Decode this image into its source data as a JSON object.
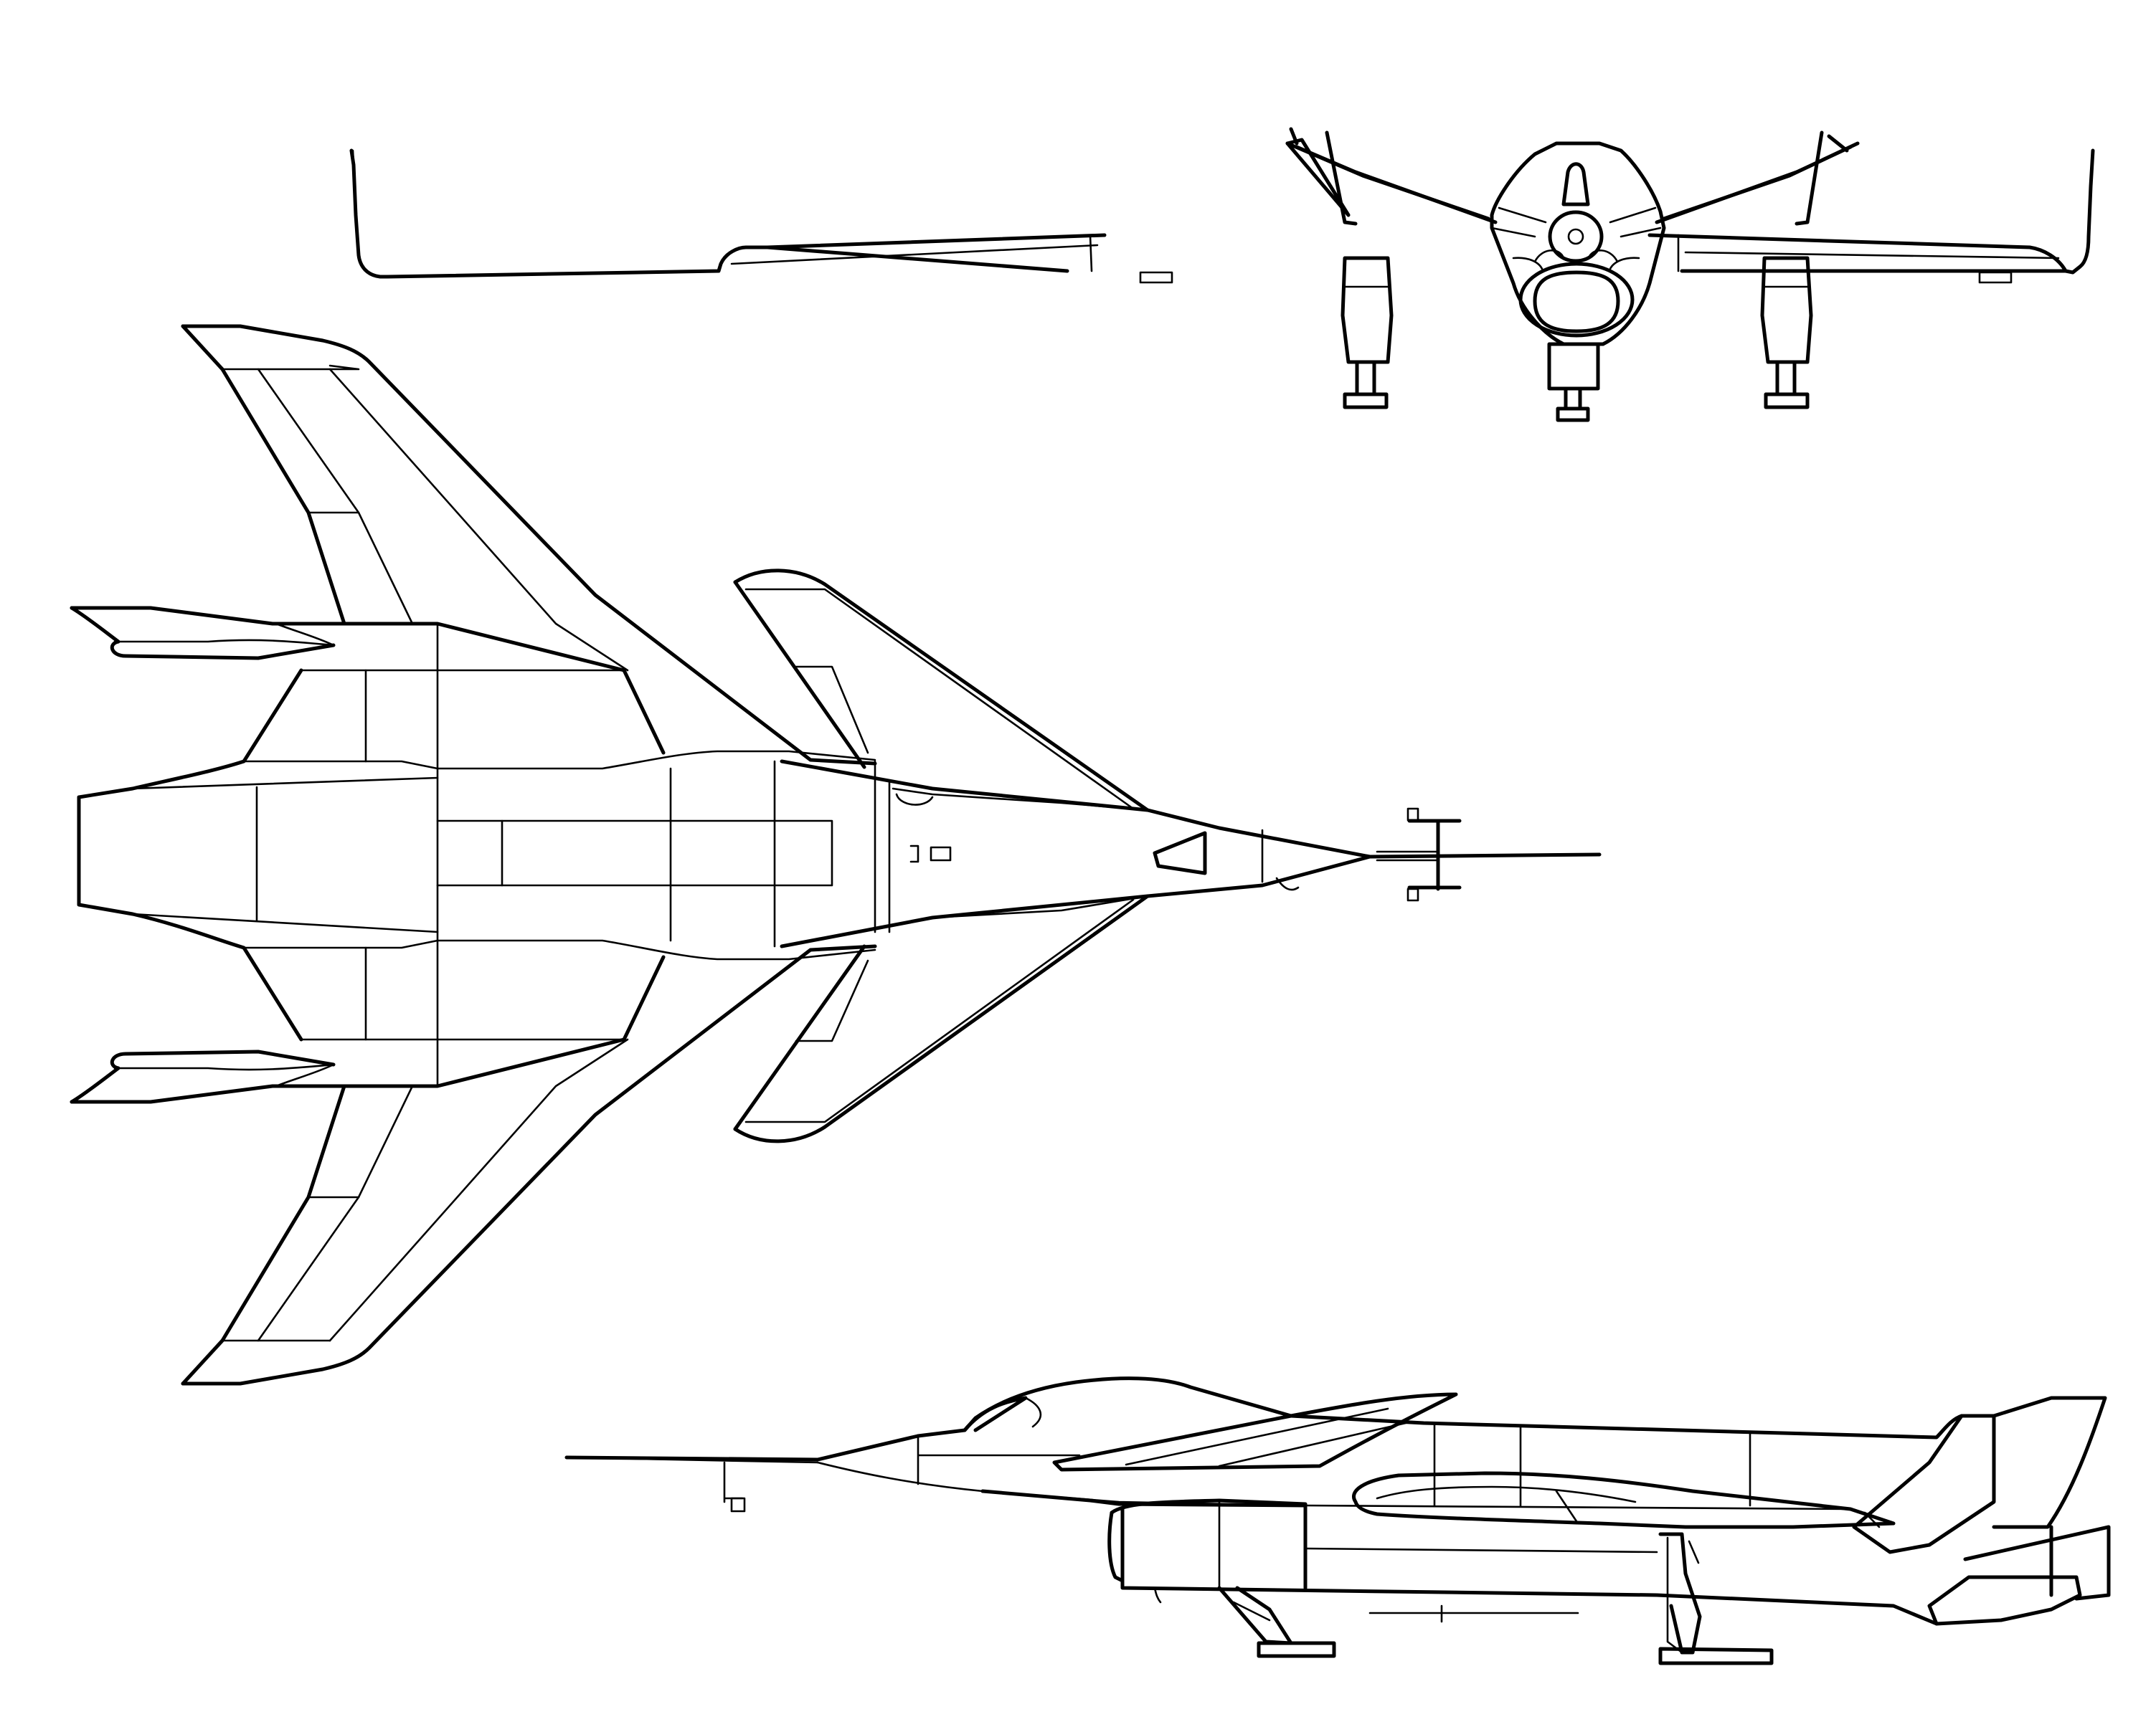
{
  "drawing": {
    "type": "three-view line drawing",
    "views": [
      "front",
      "top",
      "side"
    ],
    "line_color": "#000000",
    "background_color": "#ffffff"
  }
}
